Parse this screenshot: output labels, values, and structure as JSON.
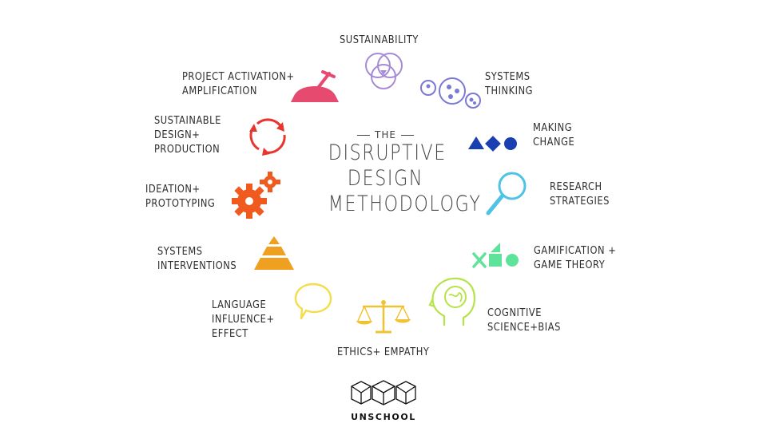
{
  "title": {
    "kicker": "THE",
    "lines": [
      "DISRUPTIVE",
      "DESIGN",
      "METHODOLOGY"
    ]
  },
  "items": [
    {
      "lines": [
        "SUSTAINABILITY"
      ],
      "icon": "venn-circles-icon",
      "color": "#a78bd6"
    },
    {
      "lines": [
        "SYSTEMS",
        "THINKING"
      ],
      "icon": "bubbles-icon",
      "color": "#7b79d6"
    },
    {
      "lines": [
        "MAKING",
        "CHANGE"
      ],
      "icon": "shapes-icon",
      "color": "#1a3fb0"
    },
    {
      "lines": [
        "RESEARCH",
        "STRATEGIES"
      ],
      "icon": "magnifier-icon",
      "color": "#4ec3e6"
    },
    {
      "lines": [
        "GAMIFICATION +",
        "GAME THEORY"
      ],
      "icon": "game-pieces-icon",
      "color": "#5fe39a"
    },
    {
      "lines": [
        "COGNITIVE",
        "SCIENCE+BIAS"
      ],
      "icon": "head-brain-icon",
      "color": "#b6e34a"
    },
    {
      "lines": [
        "ETHICS+ EMPATHY"
      ],
      "icon": "scales-icon",
      "color": "#f1c232"
    },
    {
      "lines": [
        "LANGUAGE",
        "INFLUENCE+",
        "EFFECT"
      ],
      "icon": "speech-bubble-icon",
      "color": "#f5dc4a"
    },
    {
      "lines": [
        "SYSTEMS",
        "INTERVENTIONS"
      ],
      "icon": "pyramid-icon",
      "color": "#f0a020"
    },
    {
      "lines": [
        "IDEATION+",
        "PROTOTYPING"
      ],
      "icon": "gears-icon",
      "color": "#f05a1e"
    },
    {
      "lines": [
        "SUSTAINABLE",
        "DESIGN+",
        "PRODUCTION"
      ],
      "icon": "cycle-arrows-icon",
      "color": "#e8352e"
    },
    {
      "lines": [
        "PROJECT ACTIVATION+",
        "AMPLIFICATION"
      ],
      "icon": "plunger-icon",
      "color": "#e64a6e"
    }
  ],
  "logo": {
    "wordmark": "UNSCHOOL",
    "icon": "unschool-logo-icon"
  }
}
